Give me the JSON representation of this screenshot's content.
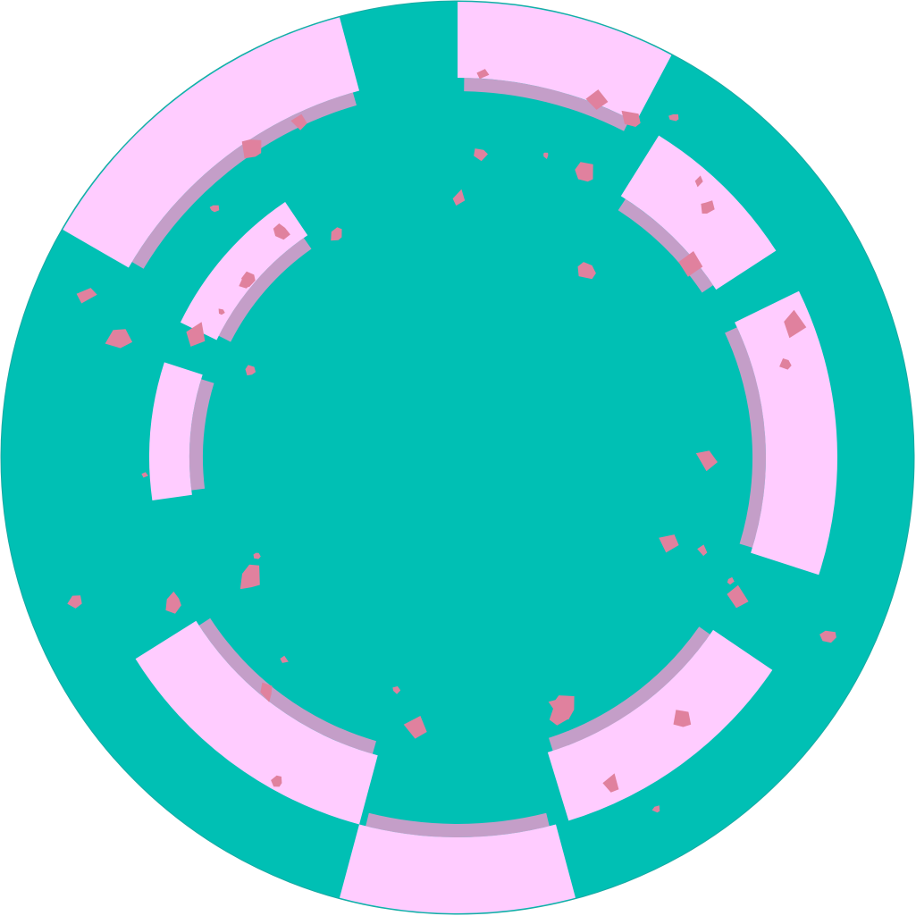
{
  "colors": {
    "background": "#ffffff",
    "base_disc": "#00c0b4",
    "disc_outline": "#1aa9a3",
    "panel": "#ffccff",
    "panel_shadow": "#c49ec8",
    "speckle": "#e0819e"
  },
  "rings": [
    {
      "label": "",
      "sectors": 3
    },
    {
      "label": "",
      "sectors": 4
    },
    {
      "label": "",
      "sectors": 2
    }
  ],
  "speckle_count": 48
}
